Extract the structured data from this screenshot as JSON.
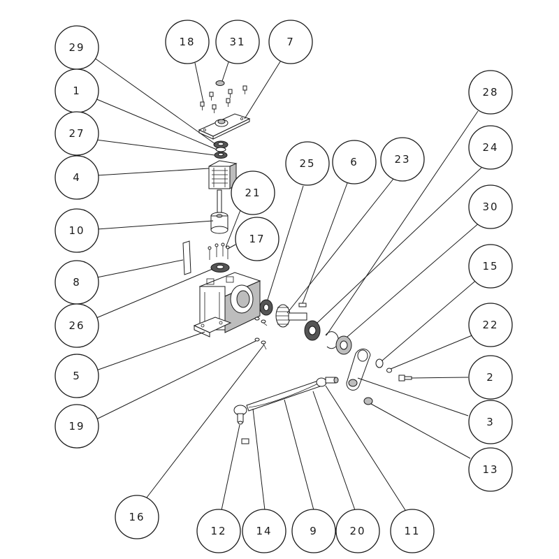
{
  "callouts": [
    {
      "id": "c29",
      "label": "29"
    },
    {
      "id": "c1",
      "label": "1"
    },
    {
      "id": "c27",
      "label": "27"
    },
    {
      "id": "c4",
      "label": "4"
    },
    {
      "id": "c10",
      "label": "10"
    },
    {
      "id": "c8",
      "label": "8"
    },
    {
      "id": "c26",
      "label": "26"
    },
    {
      "id": "c5",
      "label": "5"
    },
    {
      "id": "c19",
      "label": "19"
    },
    {
      "id": "c18",
      "label": "18"
    },
    {
      "id": "c31",
      "label": "31"
    },
    {
      "id": "c7",
      "label": "7"
    },
    {
      "id": "c21",
      "label": "21"
    },
    {
      "id": "c17",
      "label": "17"
    },
    {
      "id": "c25",
      "label": "25"
    },
    {
      "id": "c6",
      "label": "6"
    },
    {
      "id": "c23",
      "label": "23"
    },
    {
      "id": "c28",
      "label": "28"
    },
    {
      "id": "c24",
      "label": "24"
    },
    {
      "id": "c30",
      "label": "30"
    },
    {
      "id": "c15",
      "label": "15"
    },
    {
      "id": "c22",
      "label": "22"
    },
    {
      "id": "c2",
      "label": "2"
    },
    {
      "id": "c3",
      "label": "3"
    },
    {
      "id": "c13",
      "label": "13"
    },
    {
      "id": "c16",
      "label": "16"
    },
    {
      "id": "c12",
      "label": "12"
    },
    {
      "id": "c14",
      "label": "14"
    },
    {
      "id": "c9",
      "label": "9"
    },
    {
      "id": "c20",
      "label": "20"
    },
    {
      "id": "c11",
      "label": "11"
    }
  ]
}
